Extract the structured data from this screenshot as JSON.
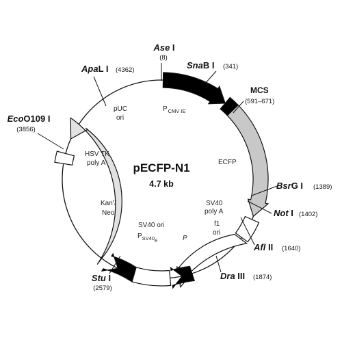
{
  "plasmid": {
    "name": "pECFP-N1",
    "size": "4.7 kb"
  },
  "sites": {
    "ase": {
      "italic": "Ase",
      "roman": " I",
      "coord": "(8)"
    },
    "snab": {
      "italic": "Sna",
      "roman": "B I",
      "coord": "(341)"
    },
    "mcs": {
      "label": "MCS",
      "coord": "(591–671)"
    },
    "bsrg": {
      "italic": "Bsr",
      "roman": "G I",
      "coord": "(1389)"
    },
    "not": {
      "italic": "Not",
      "roman": " I",
      "coord": "(1402)"
    },
    "afl": {
      "italic": "Afl",
      "roman": " II",
      "coord": "(1640)"
    },
    "dra": {
      "italic": "Dra",
      "roman": " III",
      "coord": "(1874)"
    },
    "stu": {
      "italic": "Stu",
      "roman": " I",
      "coord": "(2579)"
    },
    "eco": {
      "italic": "Eco",
      "roman": "O109 I",
      "coord": "(3856)"
    },
    "apal": {
      "italic": "Apa",
      "roman": "L I",
      "coord": "(4362)"
    }
  },
  "features": {
    "pcmv": {
      "main": "P",
      "sub": "CMV IE"
    },
    "ecfp": "ECFP",
    "sv40polya": [
      "SV40",
      "poly A"
    ],
    "f1ori": [
      "f1",
      "ori"
    ],
    "p": "P",
    "sv40ori": "SV40 ori",
    "psv40": {
      "main": "P",
      "sub": "SV40",
      "subsub": "e"
    },
    "kan": {
      "a": "Kan",
      "a_sup": "r",
      "slash": "/",
      "b": "Neo",
      "b_sup": "r"
    },
    "hsvtk": [
      "HSV TK",
      "poly A"
    ],
    "puc": [
      "pUC",
      "ori"
    ]
  },
  "colors": {
    "line": "#111111",
    "black_fill": "#000000",
    "ecfp_fill": "#c8c8c8",
    "kan_fill": "#e2e2e2",
    "white_fill": "#ffffff",
    "page_bg": "#ffffff"
  }
}
